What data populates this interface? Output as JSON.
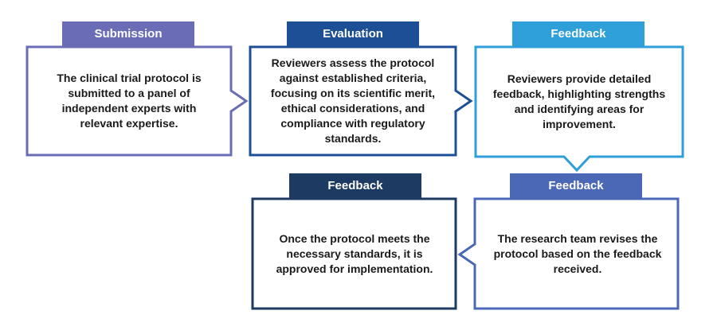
{
  "colors": {
    "submission": "#6a6db5",
    "evaluation": "#1d4f96",
    "feedback_light": "#2e9fd8",
    "feedback_mid": "#4a68b5",
    "feedback_dark": "#1d3a63"
  },
  "steps": [
    {
      "title": "Submission",
      "text": "The clinical trial protocol is submitted to a panel of independent experts with relevant expertise."
    },
    {
      "title": "Evaluation",
      "text": "Reviewers assess the protocol against established criteria, focusing on its scientific merit, ethical considerations, and compliance with regulatory standards."
    },
    {
      "title": "Feedback",
      "text": "Reviewers provide detailed feedback, highlighting strengths and identifying areas for improvement."
    },
    {
      "title": "Feedback",
      "text": "The research team revises the protocol based on the feedback received."
    },
    {
      "title": "Feedback",
      "text": "Once the protocol meets the necessary standards, it is approved for implementation."
    }
  ]
}
